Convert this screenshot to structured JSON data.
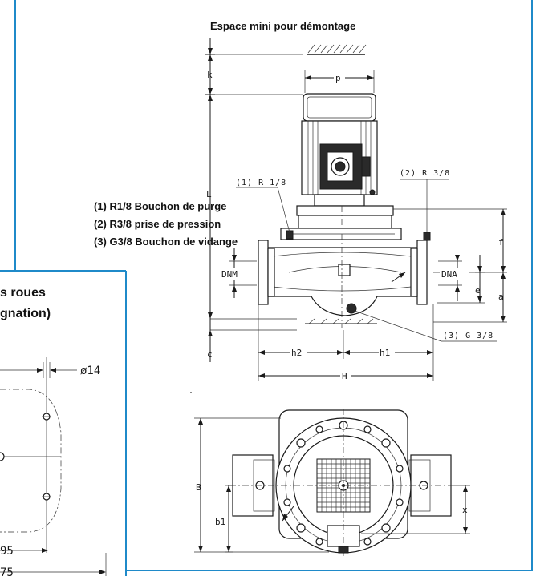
{
  "title": "Espace mini pour démontage",
  "legend": {
    "item1": "(1) R1/8 Bouchon de purge",
    "item2": "(2) R3/8 prise de pression",
    "item3": "(3) G3/8 Bouchon de vidange"
  },
  "callouts": {
    "c1": "(1) R 1/8",
    "c2": "(2) R 3/8",
    "c3": "(3) G 3/8"
  },
  "dims": {
    "p": "p",
    "k": "k",
    "L": "L",
    "f": "f",
    "a": "a",
    "e": "e",
    "c": "c",
    "DNM": "DNM",
    "DNA": "DNA",
    "h1": "h1",
    "h2": "h2",
    "H": "H",
    "B": "B",
    "b1": "b1",
    "x": "x"
  },
  "inset": {
    "title_line1": "s roues",
    "title_line2": "gnation)",
    "dia": "ø14",
    "dim1": "95",
    "dim2": "75"
  },
  "colors": {
    "frame": "#1f8ac9",
    "ink": "#1a1a1a"
  }
}
